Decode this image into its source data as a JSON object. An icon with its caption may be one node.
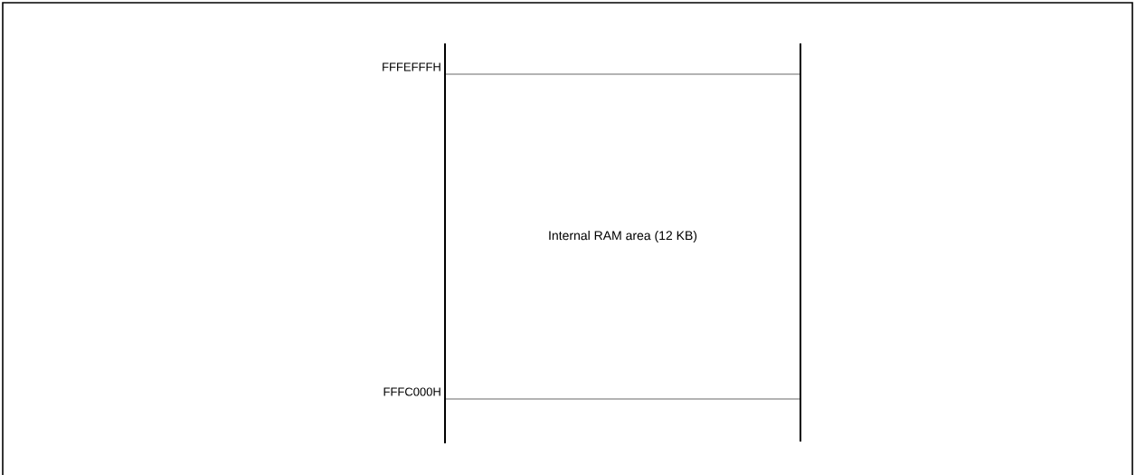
{
  "diagram": {
    "nodes": [
      {
        "text": [
          "Internal RAM area (12 KB)"
        ]
      }
    ],
    "labels": [
      "FFFEFFFH",
      "FFFC000H"
    ]
  }
}
